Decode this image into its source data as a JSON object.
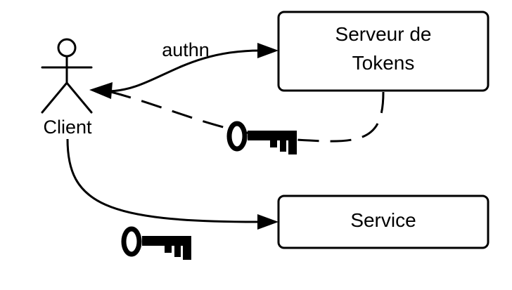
{
  "actor": {
    "label": "Client"
  },
  "nodes": {
    "token_server": {
      "label_line1": "Serveur de",
      "label_line2": "Tokens"
    },
    "service": {
      "label": "Service"
    }
  },
  "edges": {
    "authn": {
      "label": "authn"
    },
    "token_return": {
      "label": ""
    },
    "service_call": {
      "label": ""
    }
  },
  "icons": {
    "token_key_top": "key-icon",
    "token_key_bottom": "key-icon"
  },
  "colors": {
    "stroke": "#000000",
    "background": "#ffffff"
  }
}
